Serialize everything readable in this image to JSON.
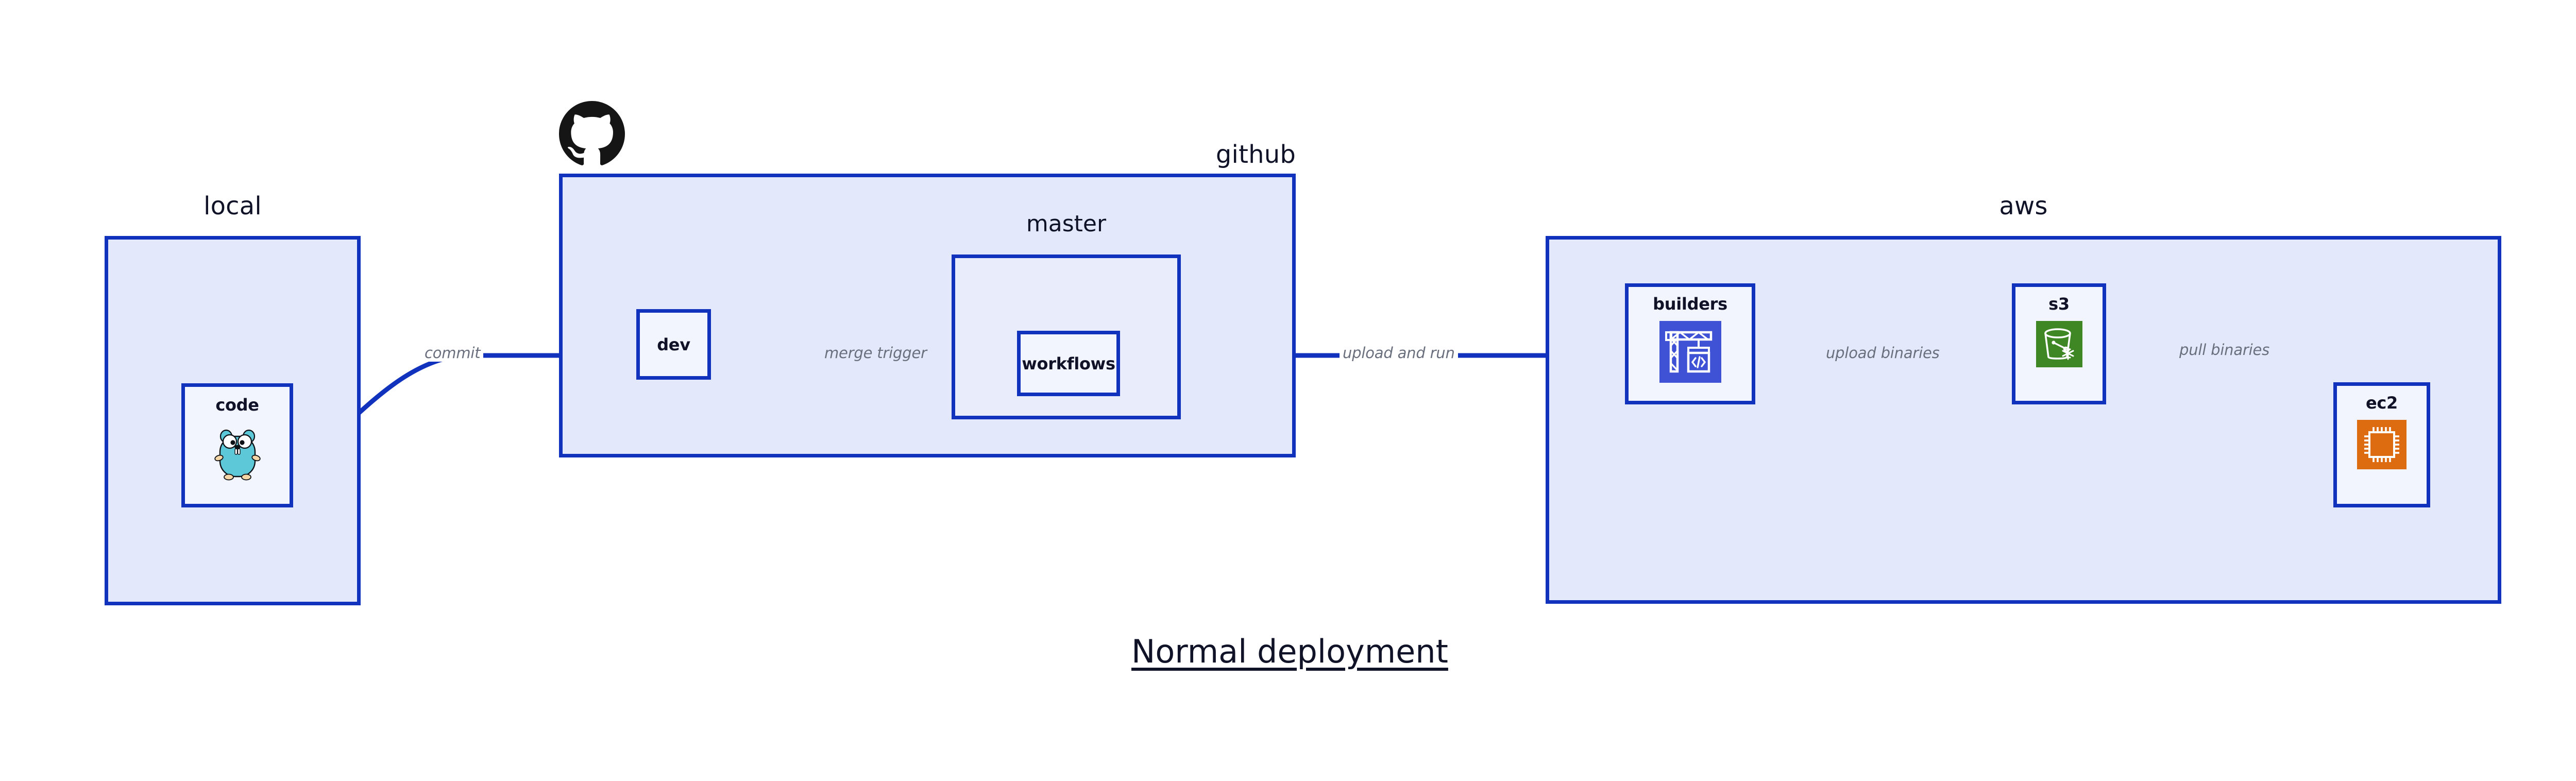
{
  "caption": "Normal deployment",
  "colors": {
    "group_border": "#1132bd",
    "group_fill": "#e3e8fa",
    "sub_fill": "#e9edfb",
    "node_fill": "#f2f5fd",
    "edge": "#1132bd",
    "edge_label": "#6a6f7d",
    "text": "#101228",
    "builders_icon_bg": "#3f51d4",
    "s3_icon_bg": "#3f8624",
    "ec2_icon_bg": "#dd6b10",
    "gopher_body": "#5dc9d8",
    "github_logo": "#151515"
  },
  "groups": [
    {
      "id": "local",
      "label": "local",
      "nodes": [
        {
          "id": "code",
          "label": "code",
          "icon": "go-gopher-icon"
        }
      ]
    },
    {
      "id": "github",
      "label": "github",
      "logo": "github-logo-icon",
      "nodes": [
        {
          "id": "dev",
          "label": "dev",
          "icon": null
        }
      ],
      "subgroups": [
        {
          "id": "master",
          "label": "master",
          "nodes": [
            {
              "id": "workflows",
              "label": "workflows",
              "icon": null
            }
          ]
        }
      ]
    },
    {
      "id": "aws",
      "label": "aws",
      "nodes": [
        {
          "id": "builders",
          "label": "builders",
          "icon": "aws-codebuild-crane-icon"
        },
        {
          "id": "s3",
          "label": "s3",
          "icon": "aws-s3-glacier-bucket-icon"
        },
        {
          "id": "ec2",
          "label": "ec2",
          "icon": "aws-ec2-chip-icon"
        }
      ]
    }
  ],
  "edges": [
    {
      "id": "code-to-dev",
      "from": "code",
      "to": "dev",
      "label": "commit",
      "style": "curved"
    },
    {
      "id": "dev-to-workflows",
      "from": "dev",
      "to": "workflows",
      "label": "merge trigger",
      "style": "straight"
    },
    {
      "id": "workflows-to-builders",
      "from": "workflows",
      "to": "builders",
      "label": "upload and run",
      "style": "straight"
    },
    {
      "id": "builders-to-s3",
      "from": "builders",
      "to": "s3",
      "label": "upload binaries",
      "style": "straight"
    },
    {
      "id": "s3-to-ec2",
      "from": "s3",
      "to": "ec2",
      "label": "pull binaries",
      "style": "curved"
    }
  ]
}
